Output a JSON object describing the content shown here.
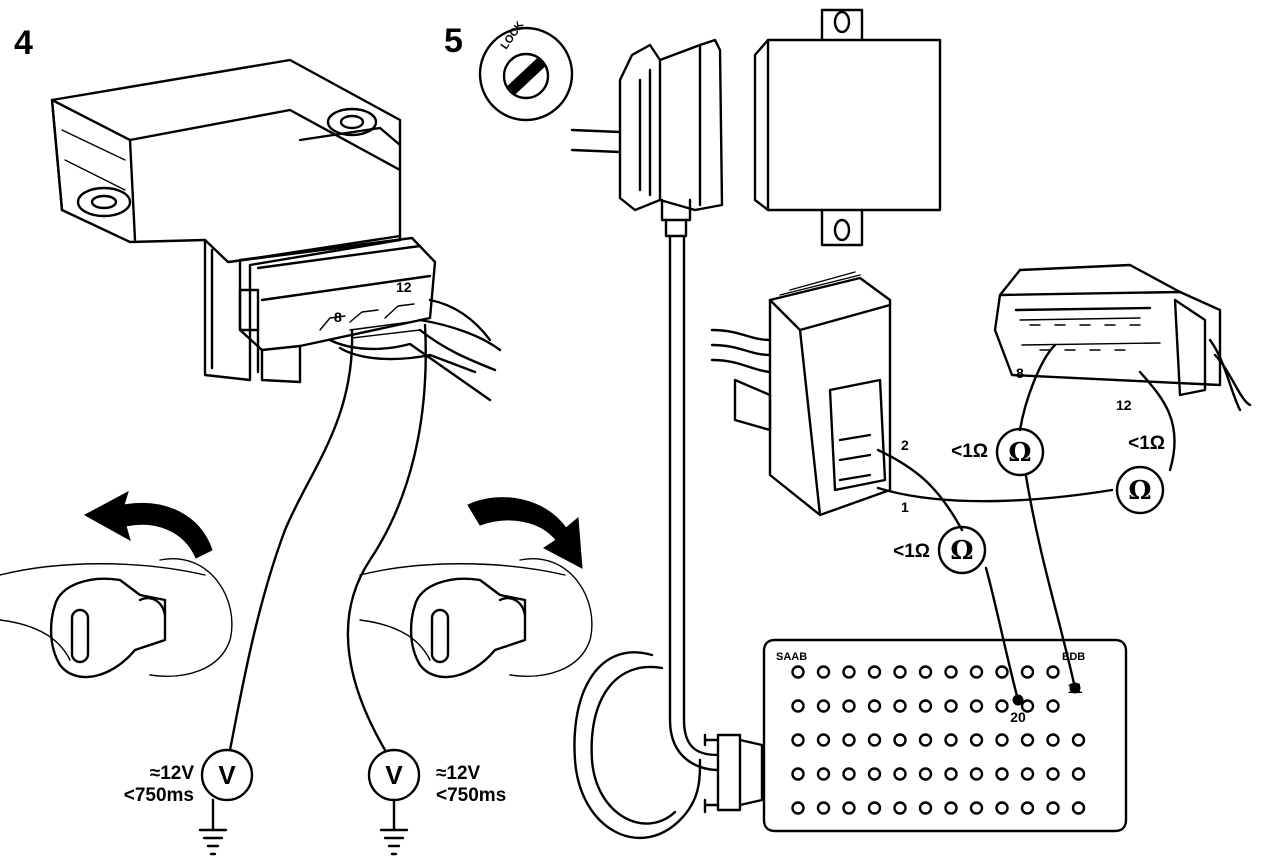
{
  "panel_4": {
    "number": "4",
    "connector_pin_labels": [
      "8",
      "12"
    ],
    "meter_left": {
      "symbol": "V",
      "reading_line1": "≈12V",
      "reading_line2": "<750ms"
    },
    "meter_right": {
      "symbol": "V",
      "reading_line1": "≈12V",
      "reading_line2": "<750ms"
    }
  },
  "panel_5": {
    "number": "5",
    "ignition_label": "LOCK",
    "small_connector_pins": [
      "2",
      "1"
    ],
    "large_connector_pins": [
      "8",
      "12"
    ],
    "ohm_meters": [
      {
        "symbol": "Ω",
        "reading": "<1Ω"
      },
      {
        "symbol": "Ω",
        "reading": "<1Ω"
      },
      {
        "symbol": "Ω",
        "reading": "<1Ω"
      }
    ],
    "breakout_box": {
      "brand": "SAAB",
      "model_label": "EDB",
      "pin_labels": [
        "20",
        "11"
      ]
    }
  }
}
